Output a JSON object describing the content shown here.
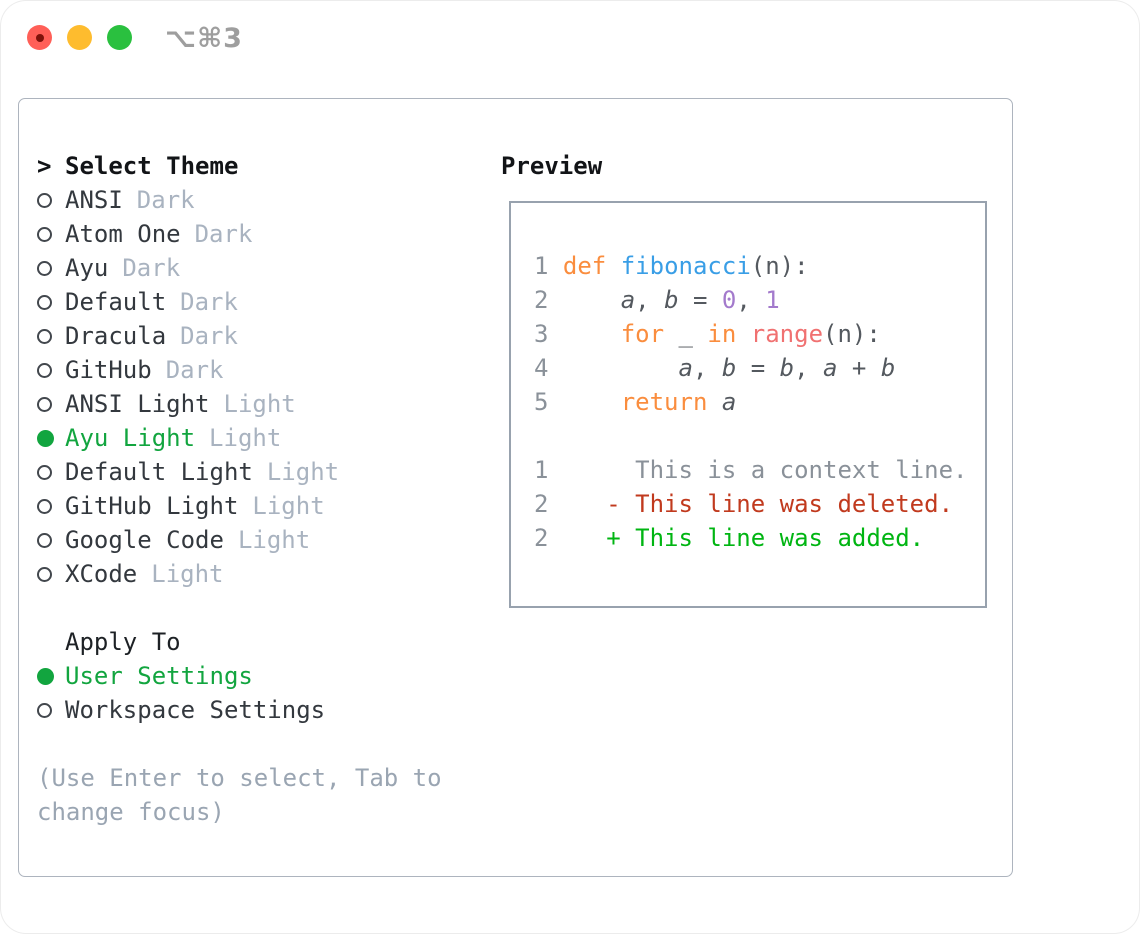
{
  "window": {
    "title": "⌥⌘3"
  },
  "theme_picker": {
    "prompt": ">",
    "heading": "Select Theme",
    "items": [
      {
        "name": "ANSI",
        "variant": "Dark",
        "selected": false
      },
      {
        "name": "Atom One",
        "variant": "Dark",
        "selected": false
      },
      {
        "name": "Ayu",
        "variant": "Dark",
        "selected": false
      },
      {
        "name": "Default",
        "variant": "Dark",
        "selected": false
      },
      {
        "name": "Dracula",
        "variant": "Dark",
        "selected": false
      },
      {
        "name": "GitHub",
        "variant": "Dark",
        "selected": false
      },
      {
        "name": "ANSI Light",
        "variant": "Light",
        "selected": false
      },
      {
        "name": "Ayu Light",
        "variant": "Light",
        "selected": true
      },
      {
        "name": "Default Light",
        "variant": "Light",
        "selected": false
      },
      {
        "name": "GitHub Light",
        "variant": "Light",
        "selected": false
      },
      {
        "name": "Google Code",
        "variant": "Light",
        "selected": false
      },
      {
        "name": "XCode",
        "variant": "Light",
        "selected": false
      }
    ],
    "apply_heading": "Apply To",
    "apply_options": [
      {
        "name": "User Settings",
        "selected": true
      },
      {
        "name": "Workspace Settings",
        "selected": false
      }
    ],
    "hint": "(Use Enter to select, Tab to change focus)"
  },
  "preview": {
    "heading": "Preview",
    "code_lines": [
      [
        {
          "t": "1",
          "c": "ln"
        },
        {
          "t": " ",
          "c": "fg"
        },
        {
          "t": "def",
          "c": "kw"
        },
        {
          "t": " ",
          "c": "fg"
        },
        {
          "t": "fibonacci",
          "c": "fn"
        },
        {
          "t": "(n):",
          "c": "fg"
        }
      ],
      [
        {
          "t": "2",
          "c": "ln"
        },
        {
          "t": "     ",
          "c": "fg"
        },
        {
          "t": "a",
          "c": "vr"
        },
        {
          "t": ", ",
          "c": "fg"
        },
        {
          "t": "b",
          "c": "vr"
        },
        {
          "t": " = ",
          "c": "fg"
        },
        {
          "t": "0",
          "c": "nm"
        },
        {
          "t": ", ",
          "c": "fg"
        },
        {
          "t": "1",
          "c": "nm"
        }
      ],
      [
        {
          "t": "3",
          "c": "ln"
        },
        {
          "t": "     ",
          "c": "fg"
        },
        {
          "t": "for",
          "c": "kw"
        },
        {
          "t": " _ ",
          "c": "fg"
        },
        {
          "t": "in",
          "c": "kw"
        },
        {
          "t": " ",
          "c": "fg"
        },
        {
          "t": "range",
          "c": "rng"
        },
        {
          "t": "(n):",
          "c": "fg"
        }
      ],
      [
        {
          "t": "4",
          "c": "ln"
        },
        {
          "t": "         ",
          "c": "fg"
        },
        {
          "t": "a",
          "c": "vr"
        },
        {
          "t": ", ",
          "c": "fg"
        },
        {
          "t": "b",
          "c": "vr"
        },
        {
          "t": " = ",
          "c": "fg"
        },
        {
          "t": "b",
          "c": "vr"
        },
        {
          "t": ", ",
          "c": "fg"
        },
        {
          "t": "a",
          "c": "vr"
        },
        {
          "t": " + ",
          "c": "fg"
        },
        {
          "t": "b",
          "c": "vr"
        }
      ],
      [
        {
          "t": "5",
          "c": "ln"
        },
        {
          "t": "     ",
          "c": "fg"
        },
        {
          "t": "return",
          "c": "kw"
        },
        {
          "t": " ",
          "c": "fg"
        },
        {
          "t": "a",
          "c": "vr"
        }
      ],
      [],
      [
        {
          "t": "1",
          "c": "ln"
        },
        {
          "t": "      This is a context line.",
          "c": "ctx"
        }
      ],
      [
        {
          "t": "2",
          "c": "ln"
        },
        {
          "t": "    ",
          "c": "fg"
        },
        {
          "t": "- This line was deleted.",
          "c": "del"
        }
      ],
      [
        {
          "t": "2",
          "c": "ln"
        },
        {
          "t": "    ",
          "c": "fg"
        },
        {
          "t": "+ This line was added.",
          "c": "add"
        }
      ]
    ]
  },
  "colors": {
    "accent": "#12a53f",
    "kw": "#fa8d3e",
    "fn": "#399ee6",
    "fg": "#54595f",
    "nm": "#a37acc",
    "rng": "#f07171",
    "ln": "#8a9199",
    "ctx": "#8a9199",
    "vr": "#54595f",
    "del": "#c13a1e",
    "add": "#00b512",
    "badge": "#a9b3c0",
    "hint": "#9aa5b2",
    "title": "#9e9e9e",
    "text": "#33383e",
    "heading": "#121417",
    "light_red": "#ff5f57",
    "light_yellow": "#febc2e",
    "light_green": "#2ac03f",
    "panel_border": "#adb4be",
    "box_border": "#98a2ae"
  }
}
